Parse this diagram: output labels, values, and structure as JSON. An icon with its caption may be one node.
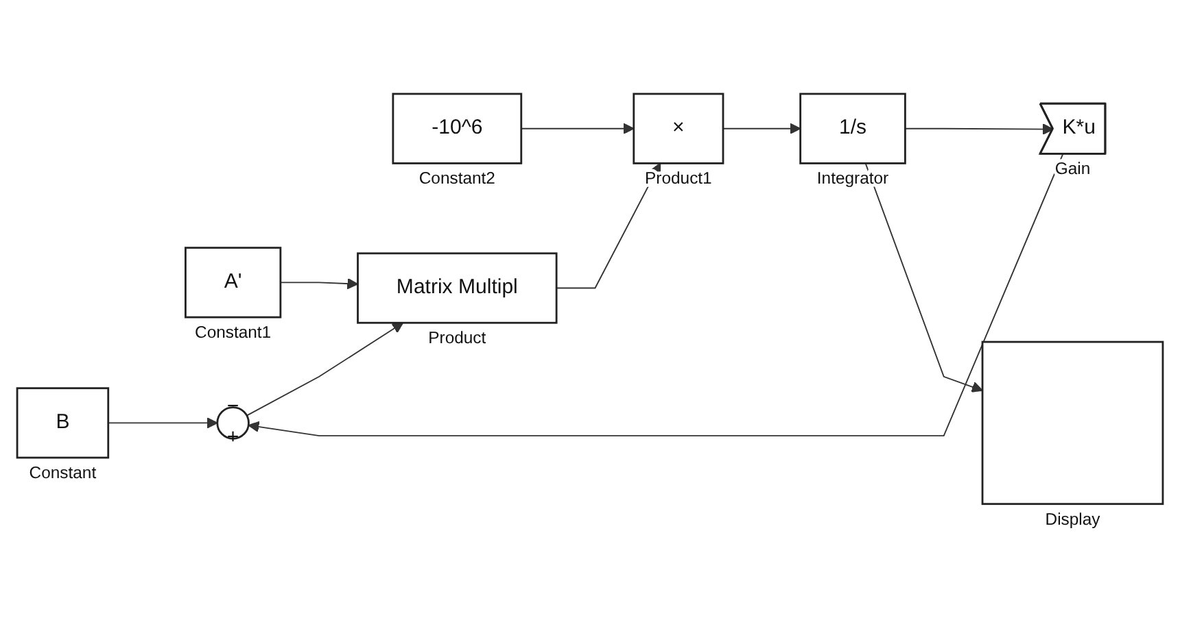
{
  "diagram": {
    "nodes": [
      {
        "text": [
          "B"
        ],
        "beside": [
          "Constant"
        ]
      },
      {
        "text": [
          "A'"
        ],
        "beside": [
          "Constant1"
        ]
      },
      {
        "text": [
          "−",
          "+"
        ]
      },
      {
        "text": [
          "K*u"
        ],
        "beside": [
          "Gain"
        ]
      },
      {
        "text": [
          "-10^6"
        ],
        "beside": [
          "Constant2"
        ]
      },
      {
        "text": [],
        "shape": "box",
        "beside": [
          "Display"
        ]
      },
      {
        "text": [
          "Matrix Multipl"
        ],
        "beside": [
          "Product"
        ]
      },
      {
        "text": [
          "×"
        ],
        "beside": [
          "Product1"
        ]
      },
      {
        "text": [
          "1/s"
        ],
        "beside": [
          "Integrator"
        ]
      }
    ],
    "edges": [
      {
        "from": 0,
        "to": 2,
        "arrow": "to"
      },
      {
        "from": 3,
        "to": 2,
        "arrow": "to"
      },
      {
        "from": 2,
        "to": 6,
        "arrow": "to"
      },
      {
        "from": 1,
        "to": 6,
        "arrow": "to"
      },
      {
        "from": 4,
        "to": 7,
        "arrow": "to"
      },
      {
        "from": 6,
        "to": 7,
        "arrow": "to"
      },
      {
        "from": 7,
        "to": 8,
        "arrow": "to"
      },
      {
        "from": 8,
        "to": 3,
        "arrow": "to"
      },
      {
        "from": 8,
        "to": 5,
        "arrow": "to"
      }
    ]
  }
}
